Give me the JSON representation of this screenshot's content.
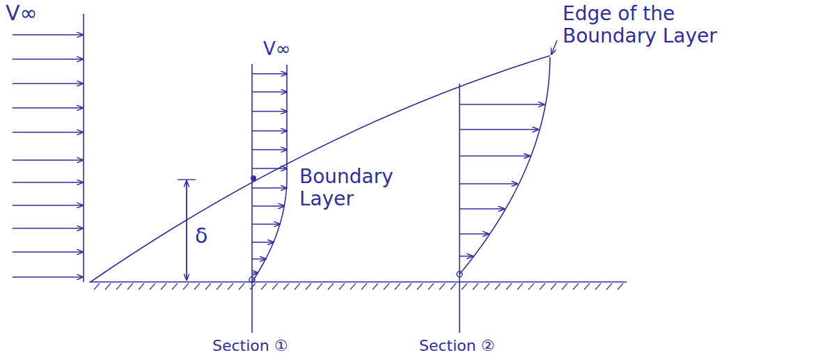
{
  "diagram": {
    "labels": [
      "V∞",
      "V∞",
      "Edge of the Boundary Layer",
      "Boundary Layer",
      "δ",
      "Section ①",
      "Section ②"
    ]
  }
}
